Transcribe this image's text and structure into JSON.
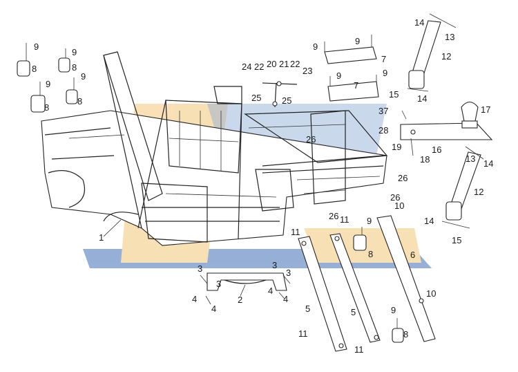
{
  "watermark": {
    "blue": "#3f6fb6",
    "orange": "#f4c77a"
  },
  "callouts": [
    {
      "id": "c1",
      "text": "1"
    },
    {
      "id": "c2",
      "text": "2"
    },
    {
      "id": "c3a",
      "text": "3"
    },
    {
      "id": "c3b",
      "text": "3"
    },
    {
      "id": "c3c",
      "text": "3"
    },
    {
      "id": "c3d",
      "text": "3"
    },
    {
      "id": "c4a",
      "text": "4"
    },
    {
      "id": "c4b",
      "text": "4"
    },
    {
      "id": "c4c",
      "text": "4"
    },
    {
      "id": "c4d",
      "text": "4"
    },
    {
      "id": "c5a",
      "text": "5"
    },
    {
      "id": "c5b",
      "text": "5"
    },
    {
      "id": "c6",
      "text": "6"
    },
    {
      "id": "c7a",
      "text": "7"
    },
    {
      "id": "c7b",
      "text": "7"
    },
    {
      "id": "c8a",
      "text": "8"
    },
    {
      "id": "c8b",
      "text": "8"
    },
    {
      "id": "c8c",
      "text": "8"
    },
    {
      "id": "c8d",
      "text": "8"
    },
    {
      "id": "c8e",
      "text": "8"
    },
    {
      "id": "c8f",
      "text": "8"
    },
    {
      "id": "c9a",
      "text": "9"
    },
    {
      "id": "c9b",
      "text": "9"
    },
    {
      "id": "c9c",
      "text": "9"
    },
    {
      "id": "c9d",
      "text": "9"
    },
    {
      "id": "c9e",
      "text": "9"
    },
    {
      "id": "c9f",
      "text": "9"
    },
    {
      "id": "c9g",
      "text": "9"
    },
    {
      "id": "c9h",
      "text": "9"
    },
    {
      "id": "c9i",
      "text": "9"
    },
    {
      "id": "c9j",
      "text": "9"
    },
    {
      "id": "c10a",
      "text": "10"
    },
    {
      "id": "c10b",
      "text": "10"
    },
    {
      "id": "c11a",
      "text": "11"
    },
    {
      "id": "c11b",
      "text": "11"
    },
    {
      "id": "c11c",
      "text": "11"
    },
    {
      "id": "c11d",
      "text": "11"
    },
    {
      "id": "c12a",
      "text": "12"
    },
    {
      "id": "c12b",
      "text": "12"
    },
    {
      "id": "c13a",
      "text": "13"
    },
    {
      "id": "c13b",
      "text": "13"
    },
    {
      "id": "c14a",
      "text": "14"
    },
    {
      "id": "c14b",
      "text": "14"
    },
    {
      "id": "c14c",
      "text": "14"
    },
    {
      "id": "c14d",
      "text": "14"
    },
    {
      "id": "c15a",
      "text": "15"
    },
    {
      "id": "c15b",
      "text": "15"
    },
    {
      "id": "c16",
      "text": "16"
    },
    {
      "id": "c17",
      "text": "17"
    },
    {
      "id": "c18",
      "text": "18"
    },
    {
      "id": "c19",
      "text": "19"
    },
    {
      "id": "c20",
      "text": "20"
    },
    {
      "id": "c21",
      "text": "21"
    },
    {
      "id": "c22a",
      "text": "22"
    },
    {
      "id": "c22b",
      "text": "22"
    },
    {
      "id": "c23",
      "text": "23"
    },
    {
      "id": "c24",
      "text": "24"
    },
    {
      "id": "c25a",
      "text": "25"
    },
    {
      "id": "c25b",
      "text": "25"
    },
    {
      "id": "c26a",
      "text": "26"
    },
    {
      "id": "c26b",
      "text": "26"
    },
    {
      "id": "c26c",
      "text": "26"
    },
    {
      "id": "c26d",
      "text": "26"
    },
    {
      "id": "c28",
      "text": "28"
    },
    {
      "id": "c37",
      "text": "37"
    }
  ]
}
